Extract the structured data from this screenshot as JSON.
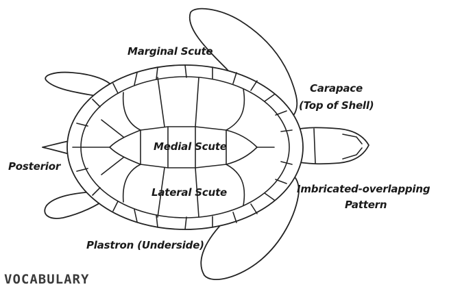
{
  "labels": {
    "marginal_scute": "Marginal Scute",
    "carapace_line1": "Carapace",
    "carapace_line2": "(Top of Shell)",
    "medial_scute": "Medial Scute",
    "posterior": "Posterior",
    "lateral_scute": "Lateral Scute",
    "imbricated_line1": "Imbricated-overlapping",
    "imbricated_line2": "Pattern",
    "plastron": "Plastron (Underside)"
  },
  "footer": {
    "heading": "VOCABULARY"
  },
  "colors": {
    "line": "#222222",
    "text": "#1a1a1a",
    "background": "#ffffff"
  }
}
